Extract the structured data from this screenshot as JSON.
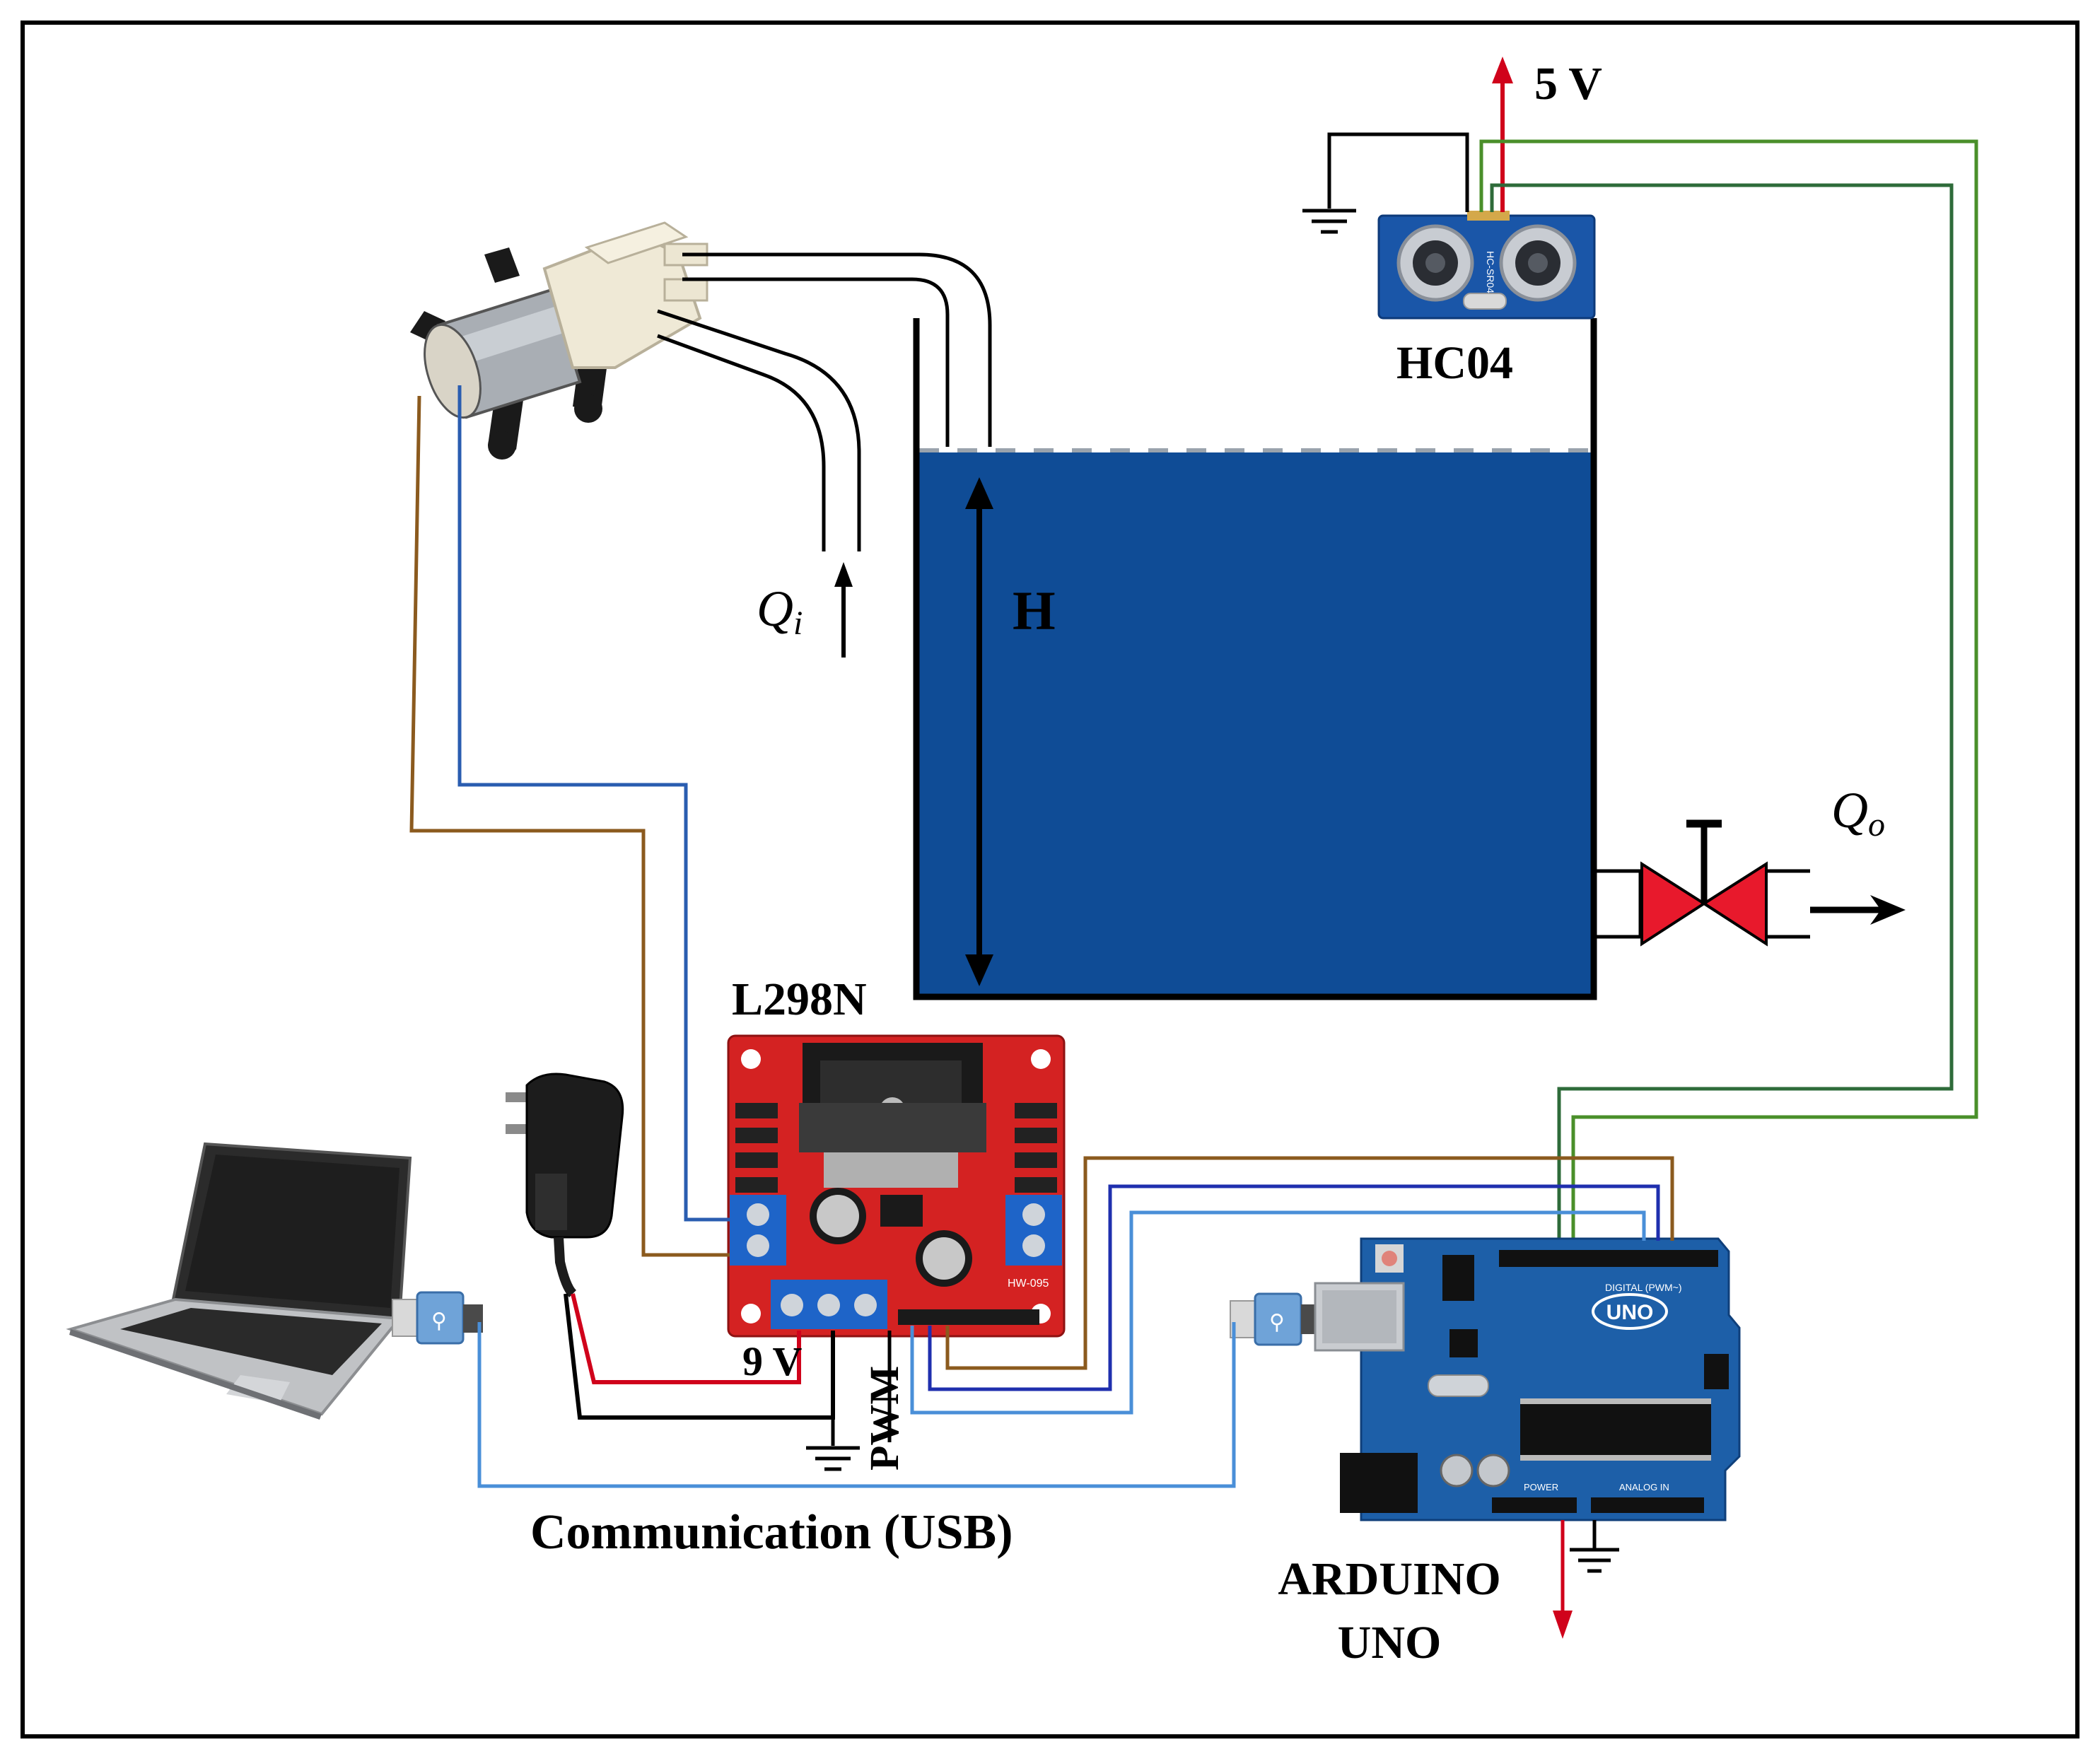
{
  "labels": {
    "five_volt": "5 V",
    "sensor": "HC04",
    "height": "H",
    "inflow": "Q",
    "inflow_sub": "i",
    "outflow": "Q",
    "outflow_sub": "o",
    "driver": "L298N",
    "nine_volt": "9 V",
    "pwm": "PWM",
    "comm": "Communication (USB)",
    "arduino_line1": "ARDUINO",
    "arduino_line2": "UNO"
  },
  "board_text": {
    "driver_model": "HW-095",
    "arduino_logo": "UNO",
    "digital": "DIGITAL (PWM~)",
    "analog": "ANALOG IN",
    "power": "POWER",
    "sensor_model": "HC-SR04"
  },
  "colors": {
    "water": "#0f4c96",
    "wire_power": "#d0021b",
    "wire_green_dark": "#2e6b3a",
    "wire_green_light": "#4a8f2a",
    "wire_brown": "#8b5a1e",
    "wire_blue": "#2a5db0",
    "wire_blue_dark": "#1f2fae",
    "wire_blue_light": "#4a8fd8",
    "valve": "#e8192c",
    "driver_board": "#d42222",
    "arduino_board": "#1d5fa8",
    "sensor_board": "#1a56a8"
  }
}
